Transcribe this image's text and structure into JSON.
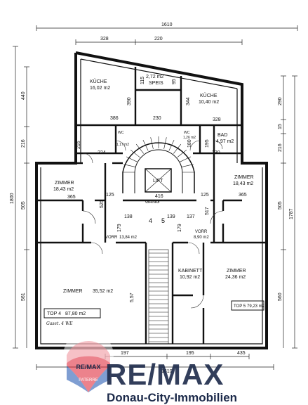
{
  "rooms": {
    "kueche_left": {
      "name": "KÜCHE",
      "area": "16,02 m2"
    },
    "speis": {
      "area": "2,72 m2",
      "name": "SPEIS"
    },
    "kueche_right": {
      "name": "KÜCHE",
      "area": "10,40 m2"
    },
    "wc_left": {
      "name": "WC",
      "area": "1,17 m2"
    },
    "wc_right": {
      "name": "WC",
      "area": "1,26 m2"
    },
    "bad": {
      "name": "BAD",
      "area": "4,97 m2"
    },
    "zimmer_left_top": {
      "name": "ZIMMER",
      "area": "18,43 m2"
    },
    "zimmer_right_top": {
      "name": "ZIMMER",
      "area": "18,43 m2"
    },
    "lift": "LIFT",
    "gang": "GANG",
    "vorr_left": {
      "name": "VORR",
      "area": "13,84 m2"
    },
    "vorr_right": {
      "name": "VORR",
      "area": "8,90 m2"
    },
    "zimmer_left_bottom": {
      "name": "ZIMMER",
      "area": "35,52 m2"
    },
    "kabinett": {
      "name": "KABINETT",
      "area": "10,92 m2"
    },
    "zimmer_right_bottom": {
      "name": "ZIMMER",
      "area": "24,36 m2"
    }
  },
  "units": {
    "top4": {
      "label": "TOP 4",
      "area": "87,80 m2"
    },
    "top5": {
      "label": "TOP 5",
      "area": "79,23 m2"
    }
  },
  "unit_numbers": [
    "4",
    "5"
  ],
  "handnote": "Gaset. 4 WE",
  "dimensions": {
    "top_total": "1610",
    "top_left": "328",
    "top_right": "220",
    "bottom_total": "1610",
    "bottom_left": "197",
    "bottom_mid": "195",
    "bottom_right": "435",
    "left_total": "1800",
    "left_1": "440",
    "left_2": "216",
    "left_3": "505",
    "left_4": "561",
    "right_total": "1787",
    "right_1": "290",
    "right_2": "15",
    "right_3": "216",
    "right_4": "505",
    "right_5": "560",
    "d390": "390",
    "d344": "344",
    "d115": "115",
    "d95": "95",
    "d386": "386",
    "d230a": "230",
    "d328": "328",
    "d224": "224",
    "d230b": "230",
    "d365a": "365",
    "d365b": "365",
    "d125a": "125",
    "d125b": "125",
    "d525": "525",
    "d517": "517",
    "d416": "416",
    "d138": "138",
    "d139": "139",
    "d137": "137",
    "d179a": "179",
    "d179b": "179",
    "d557": "5,57",
    "d216v": "216",
    "d180": "180",
    "d195v": "195"
  },
  "logo": {
    "badge_text": "RE/MAX",
    "badge_sub": "PATERRE",
    "wordmark": "RE/MAX",
    "tagline": "Donau-City-Immobilien",
    "red": "#DC1C2E",
    "blue": "#003DA5"
  }
}
